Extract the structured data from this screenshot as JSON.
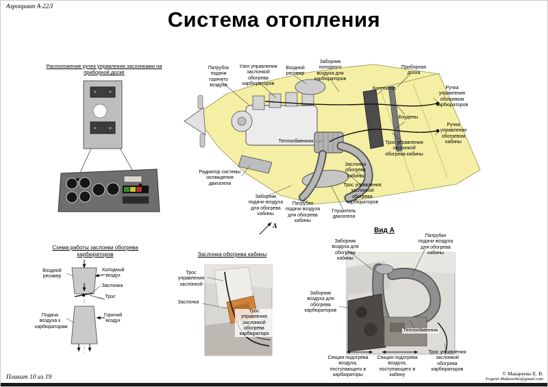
{
  "header": {
    "doc_ref": "Аэропракт А-22Л",
    "title": "Система отопления"
  },
  "panel_section": {
    "title": "Расположение ручек управления заслонками на приборной доске"
  },
  "main_diagram": {
    "view_marker": "А",
    "labels": [
      "Патрубок подачи горячего воздуха",
      "Узел управления заслонкой обогрева карбюраторов",
      "Входной ресивер",
      "Заборник холодного воздуха для карбюраторов",
      "Приборная доска",
      "Коллектор",
      "Ручка управления обогревом карбюраторов",
      "Боудены",
      "Ручка управления обогревом кабины",
      "Трос управления заслонкой обогрева кабины",
      "Теплообменник",
      "Заслонка обогрева кабины",
      "Радиатор системы охлаждения двигателя",
      "Трос управления заслонкой обогрева карбюраторов",
      "Заборник подачи воздуха для обогрева кабины",
      "Патрубки подачи воздуха для обогрева кабины",
      "Глушитель двигателя"
    ]
  },
  "scheme_section": {
    "title": "Схема работы заслонки обогрева карбюраторов",
    "labels": [
      "Входной ресивер",
      "Холодный воздух",
      "Заслонка",
      "Трос",
      "Подача воздуха к карбюраторам",
      "Горячий воздух"
    ]
  },
  "cabin_damper_section": {
    "title": "Заслонка обогрева кабины",
    "labels": [
      "Трос управления заслонкой",
      "Заслонка",
      "Трос управления заслонкой обогрева карбюратора"
    ]
  },
  "view_a_section": {
    "title": "Вид А",
    "labels": [
      "Заборник воздуха для обогрева кабины",
      "Патрубки подачи воздуха для обогрева кабины",
      "Заборник воздуха для обогрева карбюраторов",
      "Теплообменник",
      "Секция подогрева воздуха, поступающего в карбюраторы",
      "Секция подогрева воздуха, поступающего в кабину",
      "Трос управления заслонкой обогрева карбюраторов"
    ]
  },
  "footer": {
    "page": "Плакат 10 из 19",
    "copyright": "© Макаренко Е. В.",
    "email": "Evgenii.Makarenko@gmail.com"
  },
  "colors": {
    "fuselage_yellow": "#f4efa4",
    "duct_gray": "#b7b7b7",
    "damper_orange": "#d2823a"
  }
}
